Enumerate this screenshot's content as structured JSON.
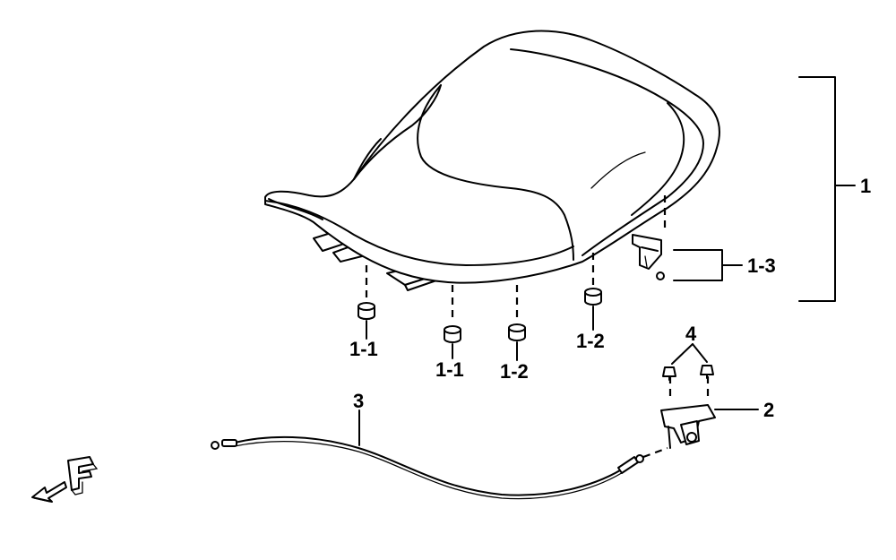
{
  "callouts": {
    "seat_assembly": "1",
    "rubber_cushion_a_left": "1-1",
    "rubber_cushion_a_right": "1-1",
    "rubber_cushion_b_left": "1-2",
    "rubber_cushion_b_right": "1-2",
    "seat_hook": "1-3",
    "seat_lock": "2",
    "seat_cable": "3",
    "bolt": "4"
  },
  "direction_marker": {
    "letter": "F"
  }
}
